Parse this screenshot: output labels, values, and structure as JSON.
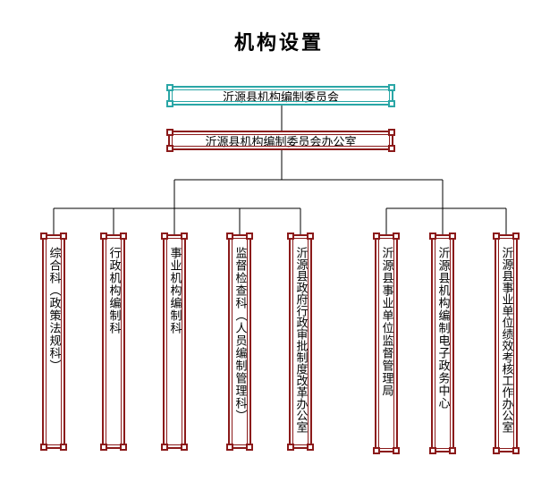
{
  "title": "机构设置",
  "top_box": "沂源县机构编制委员会",
  "office_box": "沂源县机构编制委员会办公室",
  "left_units": [
    "综合科（政策法规科）",
    "行政机构编制科",
    "事业机构编制科",
    "监督检查科（人员编制管理科）",
    "沂源县政府行政审批制度改革办公室"
  ],
  "right_units": [
    "沂源县事业单位监督管理局",
    "沂源县机构编制电子政务中心",
    "沂源县事业单位绩效考核工作办公室"
  ],
  "colors": {
    "teal": "#2aa6a6",
    "red": "#8b1a1a",
    "line": "#000000"
  }
}
